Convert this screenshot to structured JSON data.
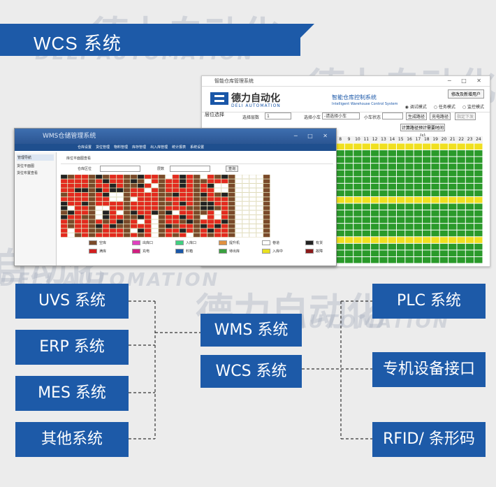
{
  "header": {
    "title": "WCS 系统"
  },
  "watermark": {
    "brand_cn": "德力自动化",
    "brand_en": "DELI AUTOMATION"
  },
  "wcs_window": {
    "title": "智能仓库管理系统",
    "logo_cn": "德力自动化",
    "logo_en": "DELI AUTOMATION",
    "system_cn": "智能仓库控制系统",
    "system_en": "Intelligent Warehouse Control System",
    "top_button": "修改及新增用户",
    "modes": [
      "调试模式",
      "任务模式",
      "监控模式"
    ],
    "left_label": "层位选择",
    "controls": {
      "layer_label": "选择层数",
      "layer_value": "1",
      "car_label": "选择小车",
      "car_value": "-请选择小车",
      "status_label": "小车状态",
      "gen_path": "生成路径",
      "charge_path": "充电路径",
      "send_cmd": "指定下发",
      "calc_time": "计算路径预计需要时间(s)"
    },
    "columns": [
      "8",
      "9",
      "10",
      "11",
      "12",
      "13",
      "14",
      "15",
      "16",
      "17",
      "18",
      "19",
      "20",
      "21",
      "22",
      "23",
      "24"
    ]
  },
  "wms_window": {
    "title": "WMS仓储管理系统",
    "menu": [
      "仓库设置",
      "货位管理",
      "物料管理",
      "库存管理",
      "出入库管理",
      "统计报表",
      "系统设置"
    ],
    "sidebar": [
      "管理导航",
      "货位平面图",
      "货位布置查看"
    ],
    "search_title": "库位平面图查看",
    "search_fields": [
      "仓库区位",
      "层数",
      "查询"
    ],
    "legend": [
      {
        "label": "空库",
        "color": "#7a4a2a"
      },
      {
        "label": "出库口",
        "color": "#e040c0"
      },
      {
        "label": "入库口",
        "color": "#40d080"
      },
      {
        "label": "提升机",
        "color": "#e09040"
      },
      {
        "label": "巷道",
        "color": "#ffffff"
      },
      {
        "label": "有货",
        "color": "#222222"
      },
      {
        "label": "满库",
        "color": "#d02020"
      },
      {
        "label": "充电",
        "color": "#d02080"
      },
      {
        "label": "料箱",
        "color": "#1a57a8"
      },
      {
        "label": "待出库",
        "color": "#3aa040"
      },
      {
        "label": "入库中",
        "color": "#e8e020"
      },
      {
        "label": "故障",
        "color": "#8a1a1a"
      }
    ]
  },
  "diagram": {
    "left": [
      "UVS 系统",
      "ERP 系统",
      "MES 系统",
      "其他系统"
    ],
    "center": [
      "WMS 系统",
      "WCS 系统"
    ],
    "right": [
      "PLC 系统",
      "专机设备接口",
      "RFID/ 条形码"
    ]
  },
  "colors": {
    "accent": "#1d5aa8",
    "grid_green": "#2a9a2a",
    "grid_yellow": "#f0e020",
    "wms_red": "#e32a1e"
  }
}
